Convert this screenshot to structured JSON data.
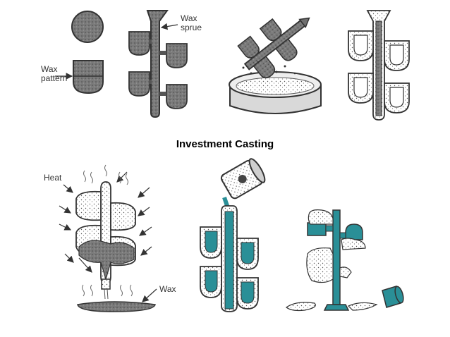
{
  "title": "Investment Casting",
  "labels": {
    "wax_pattern_line1": "Wax",
    "wax_pattern_line2": "pattern",
    "wax_sprue_line1": "Wax",
    "wax_sprue_line2": "sprue",
    "heat": "Heat",
    "wax_drain": "Wax"
  },
  "colors": {
    "wax_gray": "#6f6f6f",
    "metal_teal": "#2a8f97",
    "ink": "#333333",
    "slurry": "#f2f2f2"
  }
}
